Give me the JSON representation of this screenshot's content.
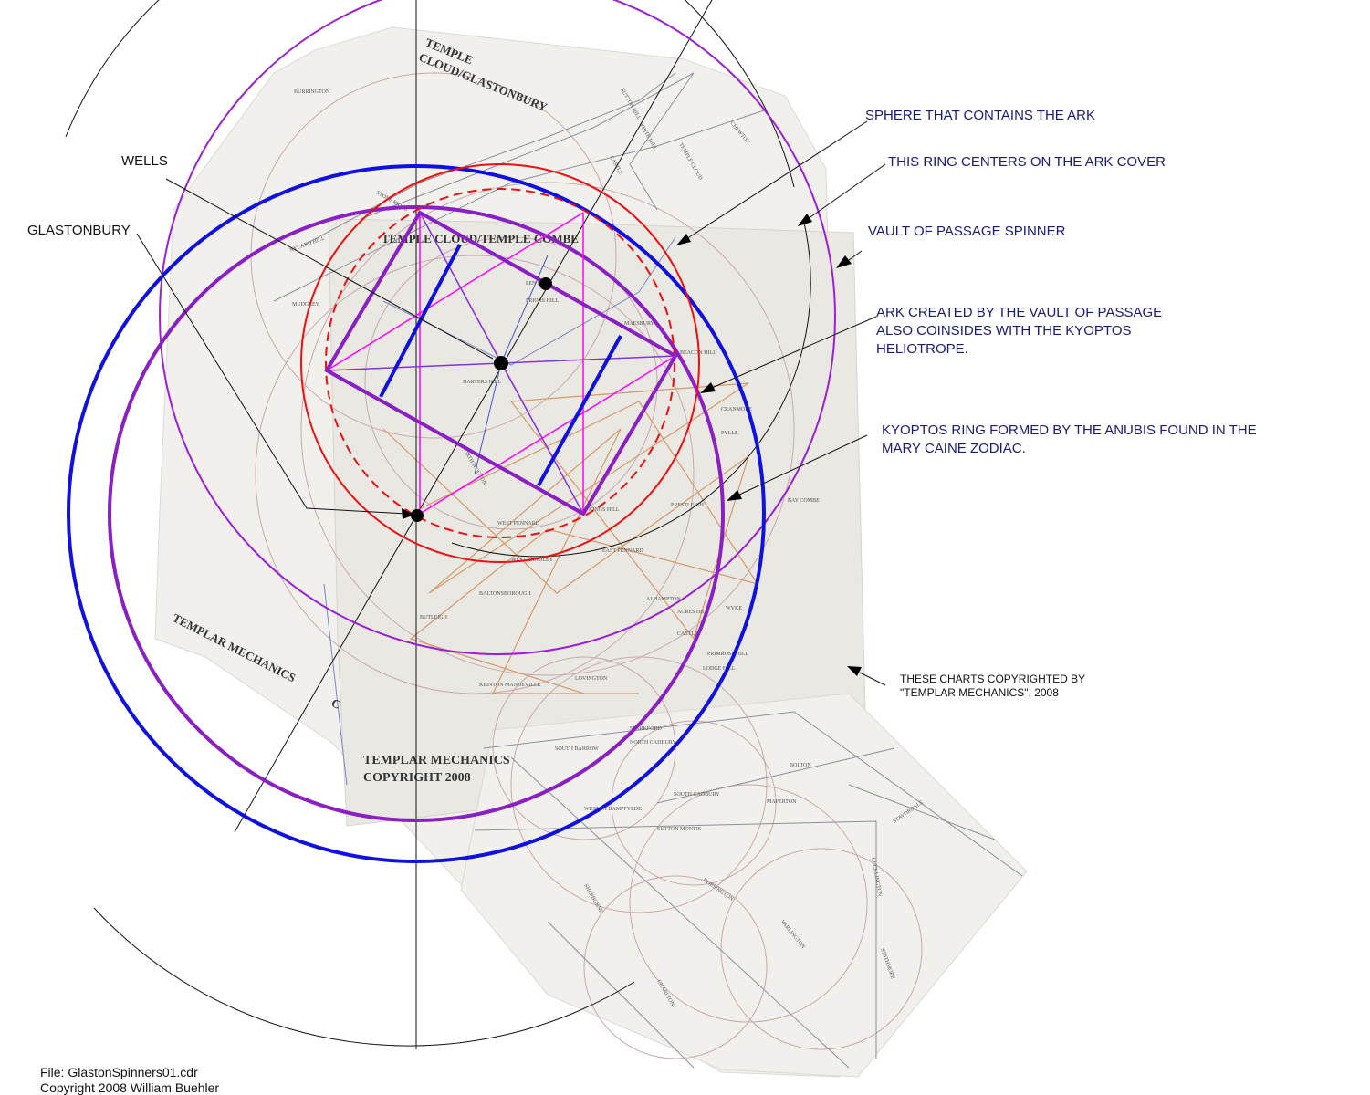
{
  "annotations": {
    "sphere": "SPHERE THAT CONTAINS THE ARK",
    "ring_center": "THIS RING CENTERS ON THE ARK COVER",
    "vault": "VAULT OF PASSAGE SPINNER",
    "ark_line1": "ARK CREATED BY THE VAULT OF PASSAGE",
    "ark_line2": "ALSO COINSIDES WITH THE KYOPTOS",
    "ark_line3": "HELIOTROPE.",
    "kyoptos_line1": "KYOPTOS RING FORMED BY THE ANUBIS FOUND  IN THE",
    "kyoptos_line2": "MARY CAINE ZODIAC.",
    "copyright_line1": "THESE CHARTS COPYRIGHTED BY",
    "copyright_line2": "\"TEMPLAR MECHANICS\", 2008",
    "wells": "WELLS",
    "glastonbury": "GLASTONBURY"
  },
  "map_titles": {
    "temple_cloud_line1": "TEMPLE",
    "temple_cloud_line2": "CLOUD/GLASTONBURY",
    "temple_combe": "TEMPLE CLOUD/TEMPLE COMBE",
    "templar_mech_rotated": "TEMPLAR MECHANICS",
    "templar_mech_rotated_cut": "C",
    "templar_line1": "TEMPLAR MECHANICS",
    "templar_line2": "COPYRIGHT 2008"
  },
  "map_places": [
    "BURRINGTON",
    "SUTTON HILL",
    "WHITE HILL",
    "CHEWTON",
    "TEMPLE CLOUD",
    "CASTLE",
    "STONE RIDGE",
    "PEN HILL",
    "PRIORS HILL",
    "NYLAND HILL",
    "MUDGLEY",
    "HARTERS HILL",
    "MAESBURY",
    "BEACON HILL",
    "CRANMORE",
    "NORTH WOOTON",
    "PYLLE",
    "EAST PENNARD",
    "WEST PENNARD",
    "KINGS HILL",
    "WEST BRADLEY",
    "PRESTLEIGH",
    "BALTONSBOROUGH",
    "BUTLEIGH",
    "ALHAMPTON",
    "CASTLE",
    "ACRES HILL",
    "WYKE",
    "PRIMROSE HILL",
    "LODGE HILL",
    "KEINTON MANDEVILLE",
    "LOVINGTON",
    "BAY COMBE",
    "SOUTH BARROW",
    "NORTH CADBURY",
    "SPARKFORD",
    "BOLTON",
    "MAPERTON",
    "SOUTH CADBURY",
    "SUTTON MONTIS",
    "WESTON BAMPFYLDE",
    "STAVORDALE",
    "HORSINGTON",
    "CHARLTON",
    "SHERBORNE",
    "YARLINGTON",
    "CUCKLINGTON",
    "STATHMORE"
  ],
  "file_note": {
    "line1": "File: GlastonSpinners01.cdr",
    "line2": "Copyright 2008  William Buehler"
  },
  "colors": {
    "vault_purple": "#9b1fd6",
    "kyoptos_purple": "#8a1fc4",
    "ark_red": "#ee1010",
    "blue_ring": "#1010e0",
    "magenta": "#ff00ff",
    "label_navy": "#1a1a78"
  }
}
